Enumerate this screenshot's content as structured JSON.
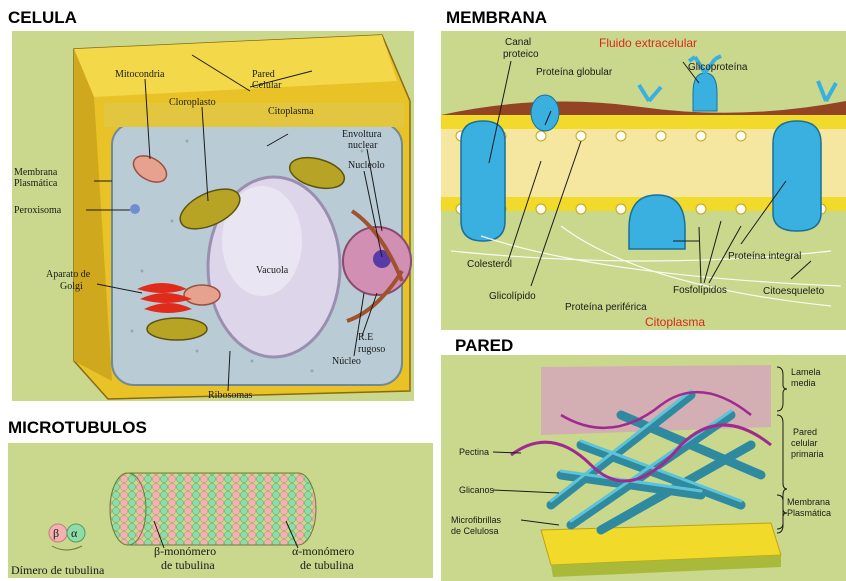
{
  "sections": {
    "celula": "CELULA",
    "membrana": "MEMBRANA",
    "microtubulos": "MICROTUBULOS",
    "pared": "PARED"
  },
  "celula": {
    "labels": {
      "mitocondria": "Mitocondria",
      "pared_1": "Pared",
      "pared_2": "Celular",
      "cloroplasto": "Cloroplasto",
      "citoplasma": "Citoplasma",
      "envoltura_1": "Envoltura",
      "envoltura_2": "nuclear",
      "nucleolo": "Nucleolo",
      "membrana_1": "Membrana",
      "membrana_2": "Plasmática",
      "peroxisoma": "Peroxisoma",
      "vacuola": "Vacuola",
      "golgi_1": "Aparato de",
      "golgi_2": "Golgi",
      "re_1": "R.E",
      "re_2": "rugoso",
      "nucleo": "Núcleo",
      "ribosomas": "Ribosomas"
    }
  },
  "membrana": {
    "labels": {
      "canal_1": "Canal",
      "canal_2": "proteico",
      "fluido": "Fluido extracelular",
      "globular": "Proteína globular",
      "glicoproteina": "Glicoproteína",
      "colesterol": "Colesterol",
      "integral": "Proteína integral",
      "fosfolipidos": "Fosfolípidos",
      "glicolipido": "Glicolípido",
      "periferica": "Proteína periférica",
      "citoesqueleto": "Citoesqueleto",
      "citoplasma": "Citoplasma"
    }
  },
  "microtubulos": {
    "labels": {
      "beta": "β",
      "alpha": "α",
      "dimero": "Dímero de tubulina",
      "beta_mon_1": "β-monómero",
      "beta_mon_2": "de tubulina",
      "alpha_mon_1": "α-monómero",
      "alpha_mon_2": "de tubulina"
    }
  },
  "pared": {
    "labels": {
      "lamela_1": "Lamela",
      "lamela_2": "media",
      "pectina": "Pectina",
      "pared_1": "Pared",
      "pared_2": "celular",
      "pared_3": "primaria",
      "glicanos": "Glicanos",
      "membrana_1": "Membrana",
      "membrana_2": "Plasmática",
      "micro_1": "Microfibrillas",
      "micro_2": "de Celulosa"
    }
  }
}
